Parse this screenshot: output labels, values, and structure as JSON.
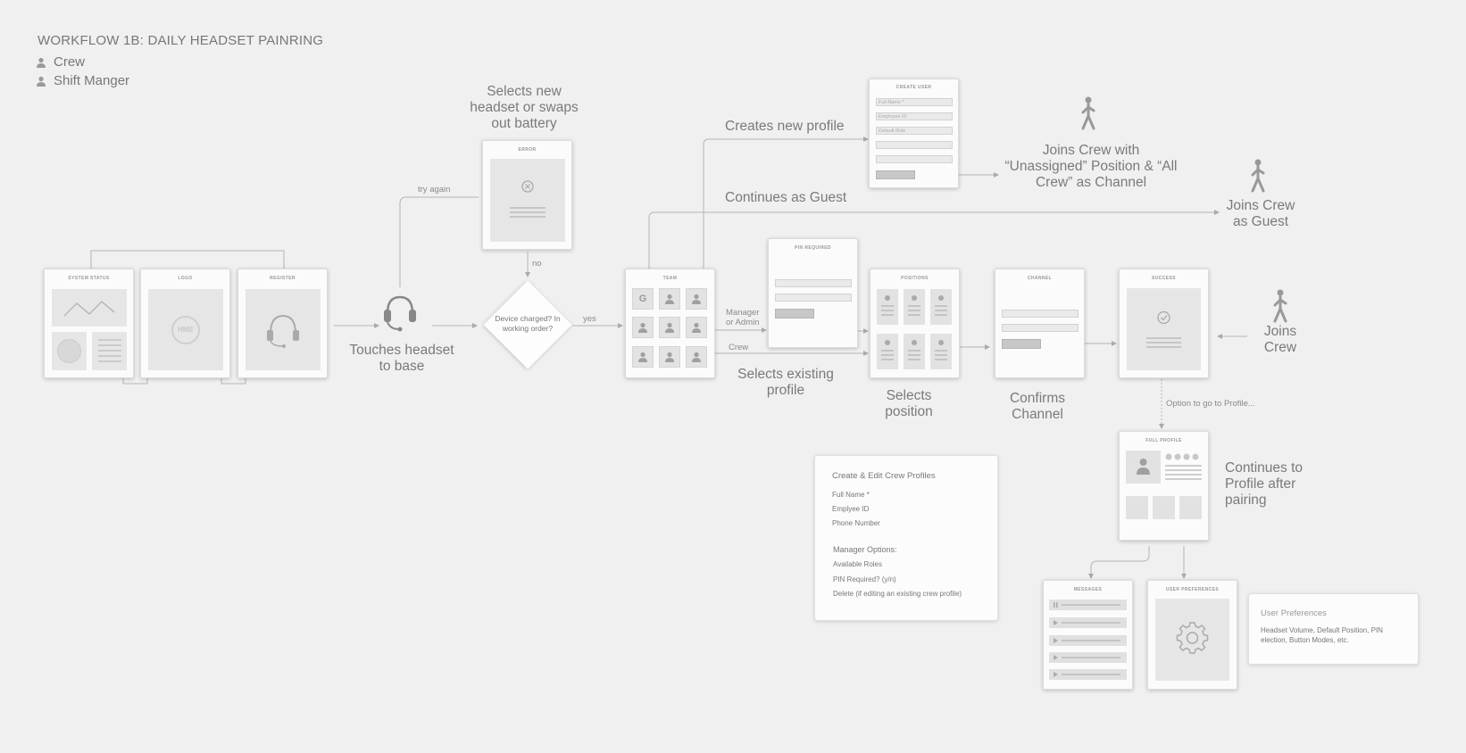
{
  "header": {
    "title": "WORKFLOW 1B: DAILY HEADSET PAINRING",
    "roles": [
      "Crew",
      "Shift Manger"
    ]
  },
  "screens": {
    "system_status": "SYSTEM STATUS",
    "logo": "LOGO",
    "logo_mark": "HME",
    "register": "REGISTER",
    "error": "ERROR",
    "team": "TEAM",
    "team_guest_letter": "G",
    "pin_required": "PIN REQUIRED",
    "create_user": "CREATE USER",
    "create_user_fields": [
      "Full Name *",
      "Employee ID",
      "Default Role"
    ],
    "positions": "POSITIONS",
    "channel": "CHANNEL",
    "success": "SUCCESS",
    "full_profile": "FULL PROFILE",
    "messages": "MESSAGES",
    "user_preferences": "USER PREFERENCES"
  },
  "labels": {
    "touches_headset": "Touches headset to base",
    "selects_new_headset": "Selects new headset or swaps out battery",
    "try_again": "try again",
    "no": "no",
    "yes": "yes",
    "decision": "Device charged? In working order?",
    "creates_new_profile": "Creates new profile",
    "continues_as_guest": "Continues as Guest",
    "manager_or_admin": "Manager or Admin",
    "crew": "Crew",
    "selects_existing_profile": "Selects existing profile",
    "selects_position": "Selects position",
    "confirms_channel": "Confirms Channel",
    "joins_crew_unassigned": "Joins Crew with “Unassigned” Position & “All Crew” as Channel",
    "joins_crew_as_guest": "Joins Crew as Guest",
    "joins_crew": "Joins Crew",
    "option_profile": "Option to go to Profile...",
    "continues_to_profile": "Continues to Profile after pairing"
  },
  "crew_profiles_card": {
    "title": "Create & Edit Crew Profiles",
    "fields": [
      "Full Name *",
      "Emplyee ID",
      "Phone Number"
    ],
    "manager_title": "Manager Options:",
    "manager_items": [
      "Available Roles",
      "PIN Required? (y/n)",
      "Delete (if editing an existing crew profile)"
    ]
  },
  "preferences_card": {
    "title": "User Preferences",
    "body": "Headset Volume, Default Position, PIN election, Button Modes, etc."
  }
}
